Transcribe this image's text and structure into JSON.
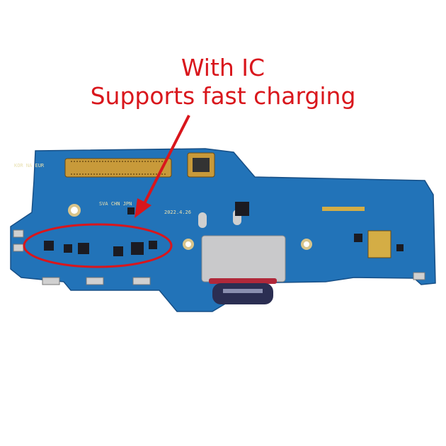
{
  "annotation": {
    "line1": "With IC",
    "line2": "Supports fast charging",
    "color": "#d9161c"
  },
  "board": {
    "region_codes": "KOR NA EUR",
    "region_codes_2": "SVA CHN JPN",
    "date_code": "2022.4.26",
    "board_color": "#1f6fb5"
  }
}
